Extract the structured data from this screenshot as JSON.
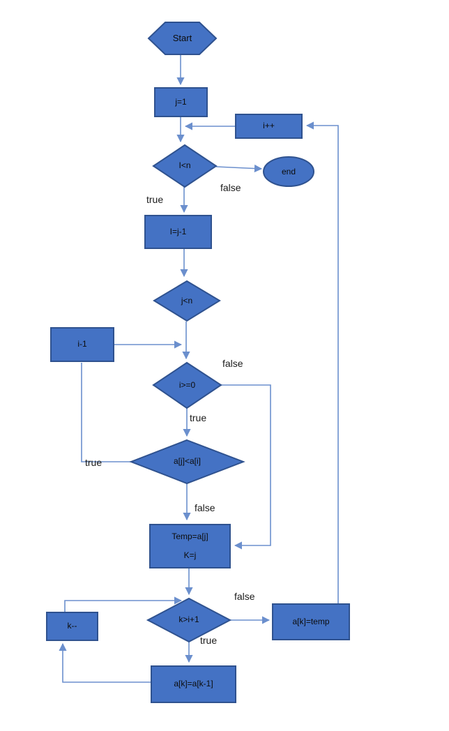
{
  "diagram": {
    "type": "flowchart",
    "background": "#ffffff",
    "colors": {
      "shape_fill": "#4472c4",
      "shape_border": "#2f528f",
      "connector": "#6b8fcd",
      "node_text": "#0c0c0c",
      "label_text": "#1b1b1b"
    },
    "nodes": {
      "start": "Start",
      "init_j": "j=1",
      "increment_i": "i++",
      "cond_i_lt_n": "I<n",
      "end": "end",
      "set_i_from_j": "I=j-1",
      "cond_j_lt_n": "j<n",
      "decrement_i": "i-1",
      "cond_i_ge_0": "i>=0",
      "cond_compare": "a[j]<a[i]",
      "temp_line1": "Temp=a[j]",
      "temp_line2": "K=j",
      "cond_k_gt_i_plus_1": "k>i+1",
      "decrement_k": "k--",
      "assign_temp_back": "a[k]=temp",
      "shift_element": "a[k]=a[k-1]"
    },
    "edge_labels": {
      "i_lt_n_true": "true",
      "i_lt_n_false": "false",
      "i_ge_0_true": "true",
      "i_ge_0_false": "false",
      "compare_true": "true",
      "compare_false": "false",
      "k_gt_true": "true",
      "k_gt_false": "false"
    }
  }
}
